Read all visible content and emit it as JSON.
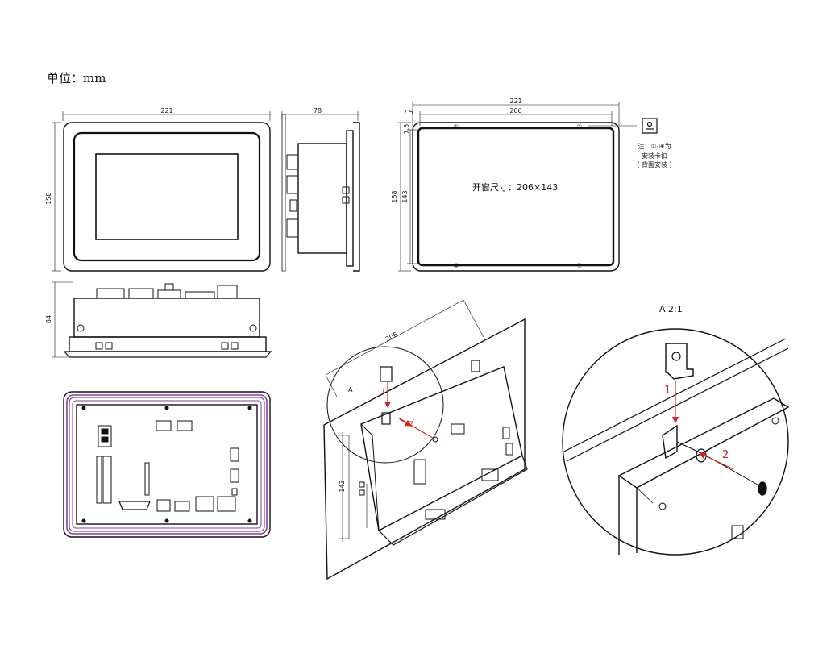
{
  "unit_label": "单位：mm",
  "front": {
    "width": "221",
    "height": "158"
  },
  "side": {
    "depth": "78"
  },
  "cutout": {
    "outer_width": "221",
    "inner_width": "206",
    "margin_w": "7.5",
    "margin_h": "7.5",
    "outer_height": "158",
    "inner_height": "143",
    "text": "开窗尺寸：206×143",
    "clips": [
      "①",
      "②",
      "③",
      "④"
    ]
  },
  "note": {
    "line1": "注：①-④为",
    "line2": "安装卡扣",
    "line3": "（ 背面安装 ）"
  },
  "bottom": {
    "height": "84"
  },
  "iso": {
    "width": "206",
    "height": "143",
    "detail_tag": "A",
    "step1": "1",
    "step2": "2"
  },
  "detail": {
    "title": "A   2:1",
    "step1": "1",
    "step2": "2"
  },
  "colors": {
    "line": "#111111",
    "purple": "#8a3c9c",
    "red": "#d22222"
  }
}
